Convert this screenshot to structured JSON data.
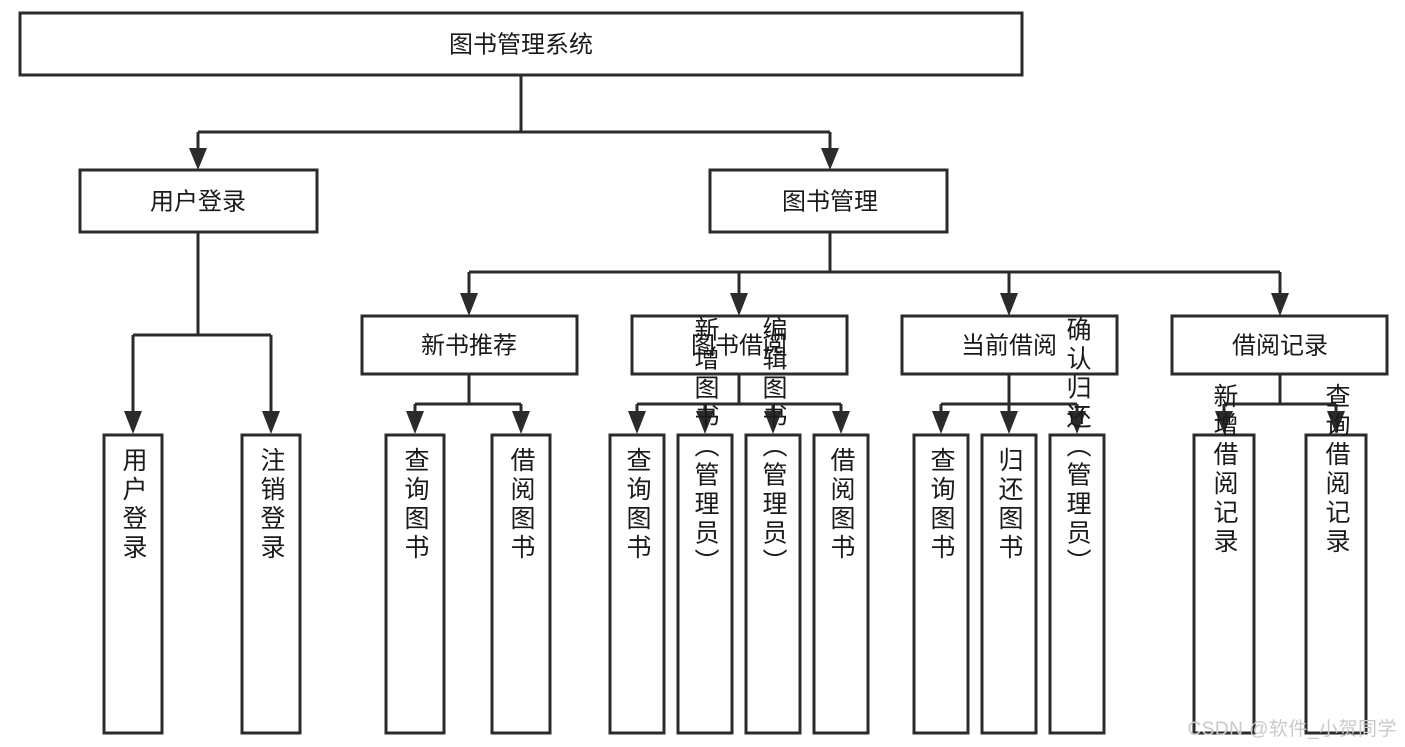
{
  "diagram": {
    "type": "tree-hierarchy-chart",
    "root": {
      "id": "root",
      "label": "图书管理系统"
    },
    "level2": [
      {
        "id": "user-login",
        "label": "用户登录"
      },
      {
        "id": "book-management",
        "label": "图书管理"
      }
    ],
    "level3": [
      {
        "id": "new-book-recommend",
        "label": "新书推荐",
        "parent": "book-management"
      },
      {
        "id": "book-borrow",
        "label": "图书借阅",
        "parent": "book-management"
      },
      {
        "id": "current-borrow",
        "label": "当前借阅",
        "parent": "book-management"
      },
      {
        "id": "borrow-record",
        "label": "借阅记录",
        "parent": "book-management"
      }
    ],
    "leaves": [
      {
        "id": "leaf-user-login",
        "label": "用户登录",
        "parent": "user-login"
      },
      {
        "id": "leaf-logout-login",
        "label": "注销登录",
        "parent": "user-login"
      },
      {
        "id": "leaf-query-book-1",
        "label": "查询图书",
        "parent": "new-book-recommend"
      },
      {
        "id": "leaf-borrow-book-1",
        "label": "借阅图书",
        "parent": "new-book-recommend"
      },
      {
        "id": "leaf-query-book-2",
        "label": "查询图书",
        "parent": "book-borrow"
      },
      {
        "id": "leaf-add-book",
        "label": "新增图书（管理员）",
        "parent": "book-borrow"
      },
      {
        "id": "leaf-edit-book",
        "label": "编辑图书（管理员）",
        "parent": "book-borrow"
      },
      {
        "id": "leaf-borrow-book-2",
        "label": "借阅图书",
        "parent": "book-borrow"
      },
      {
        "id": "leaf-query-book-3",
        "label": "查询图书",
        "parent": "current-borrow"
      },
      {
        "id": "leaf-return-book",
        "label": "归还图书",
        "parent": "current-borrow"
      },
      {
        "id": "leaf-confirm-return",
        "label": "确认归还（管理员）",
        "parent": "current-borrow"
      },
      {
        "id": "leaf-add-record",
        "label": "新增借阅记录",
        "parent": "borrow-record"
      },
      {
        "id": "leaf-query-record",
        "label": "查询借阅记录",
        "parent": "borrow-record"
      }
    ],
    "colors": {
      "box_stroke": "#2b2b2b",
      "box_fill": "#ffffff",
      "text": "#1a1a1a",
      "connector": "#2b2b2b",
      "background": "#ffffff",
      "watermark": "#c9c9c9"
    }
  },
  "watermark": {
    "text": "CSDN @软件_小贺同学"
  }
}
